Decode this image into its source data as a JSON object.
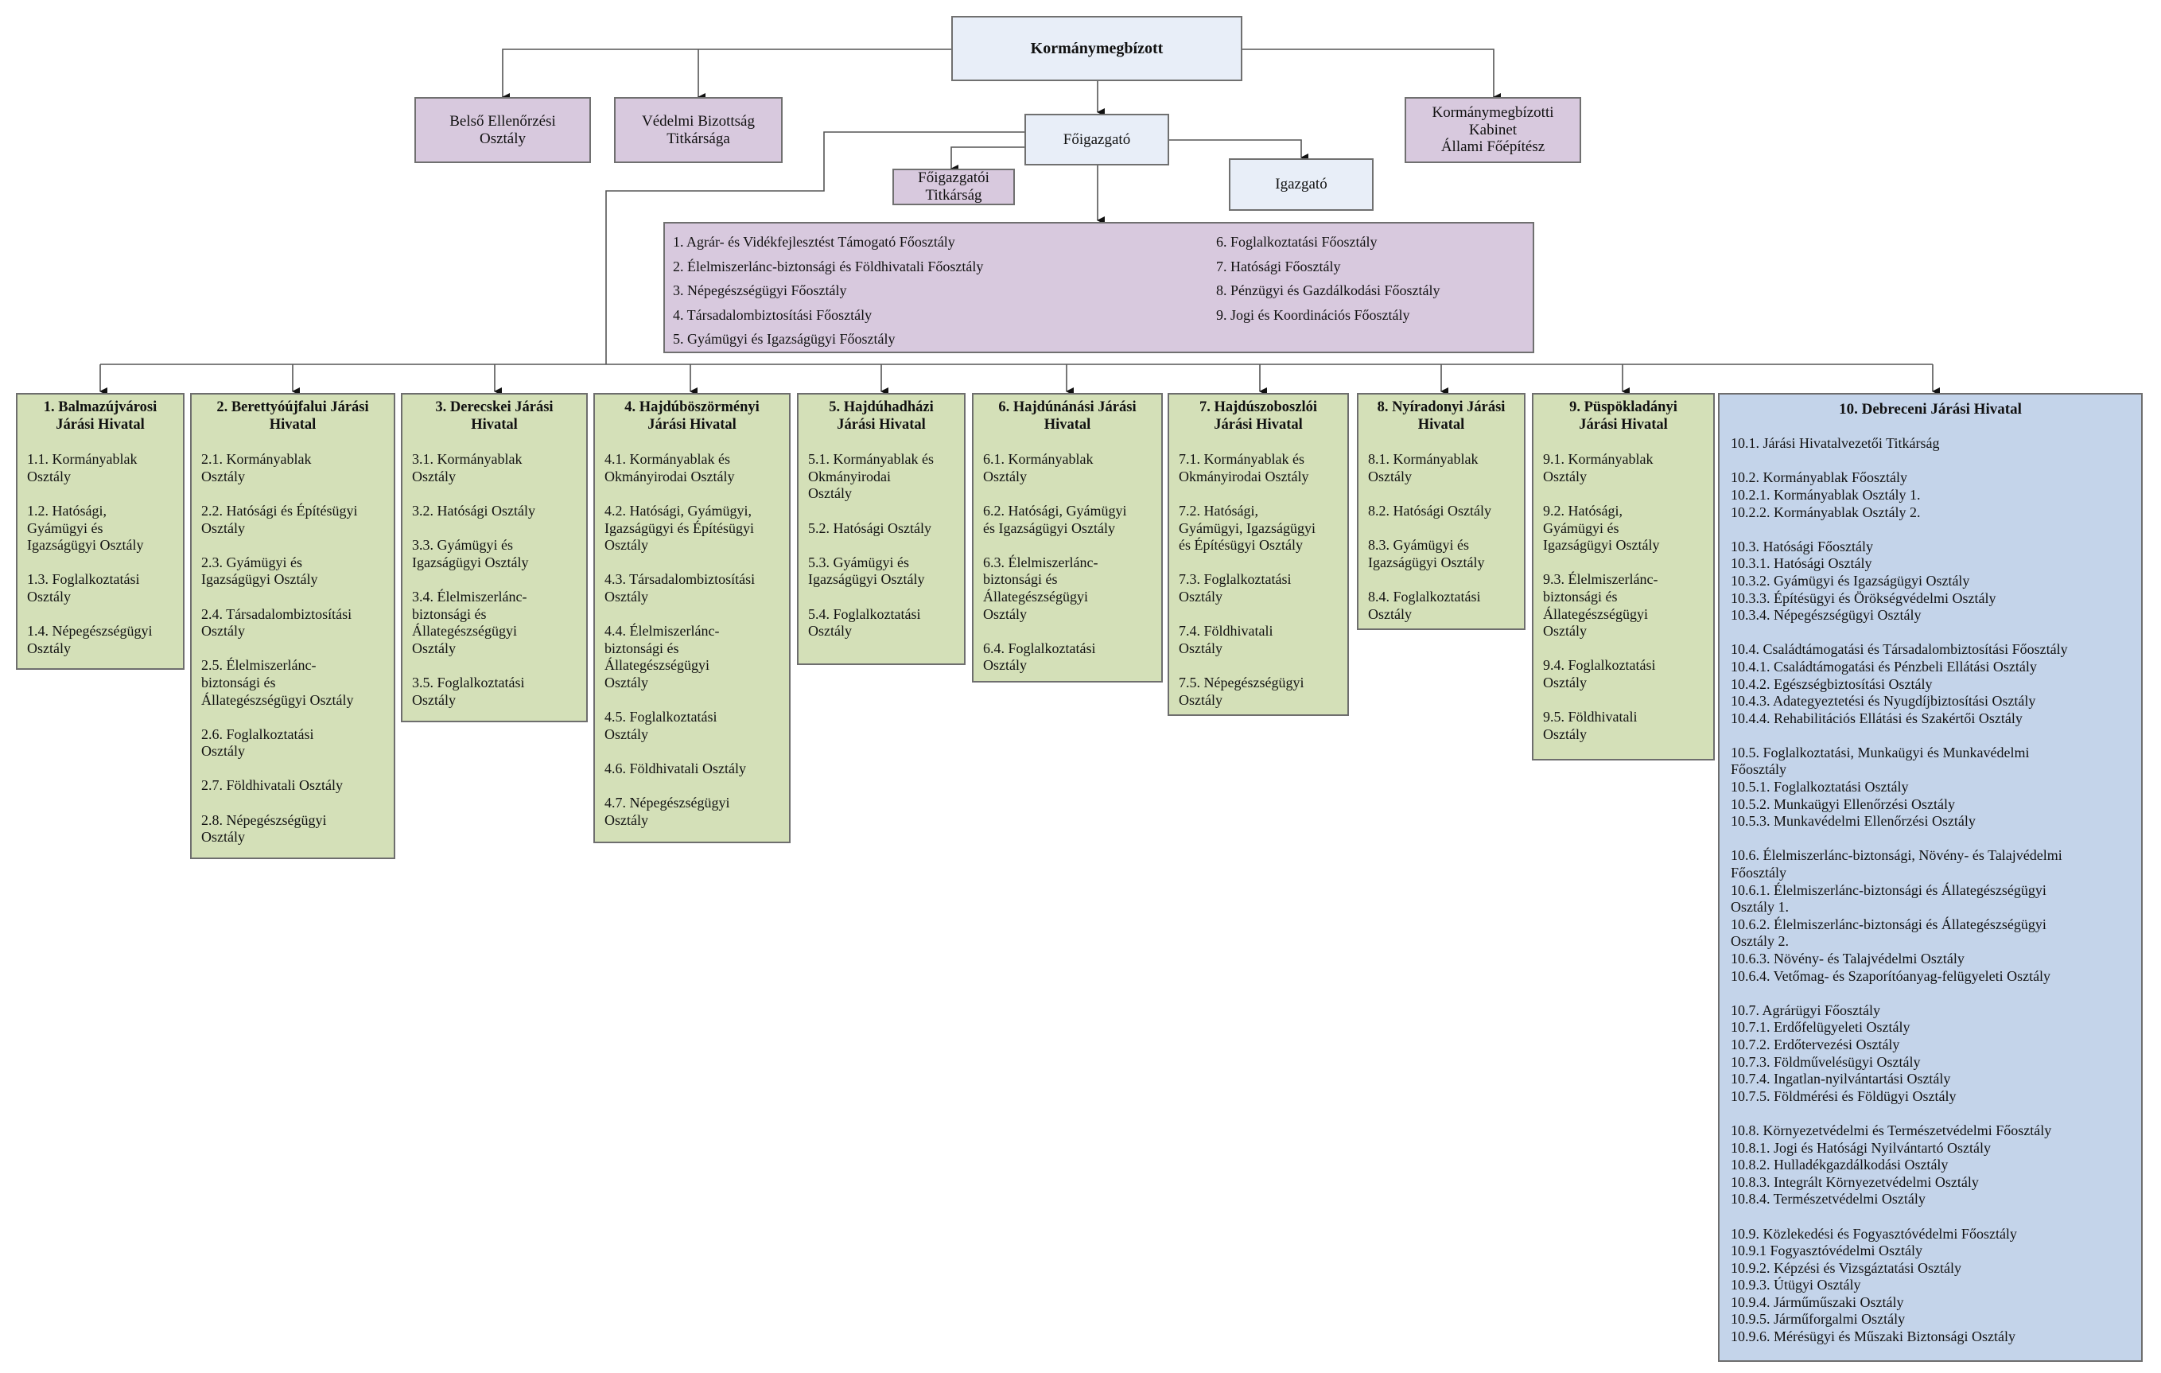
{
  "top": {
    "governor": "Kormánymegbízott",
    "internal_audit": [
      "Belső Ellenőrzési",
      "Osztály"
    ],
    "defense": [
      "Védelmi Bizottság",
      "Titkársága"
    ],
    "cabinet": [
      "Kormánymegbízotti",
      "Kabinet",
      "Állami Főépítész"
    ],
    "director_general": "Főigazgató",
    "dg_secretariat": [
      "Főigazgatói",
      "Titkárság"
    ],
    "director": "Igazgató"
  },
  "departments": {
    "left": [
      "1. Agrár- és Vidékfejlesztést Támogató Főosztály",
      "2. Élelmiszerlánc-biztonsági és Földhivatali Főosztály",
      "3. Népegészségügyi Főosztály",
      "4. Társadalombiztosítási Főosztály",
      "5. Gyámügyi és Igazságügyi Főosztály"
    ],
    "right": [
      "6. Foglalkoztatási Főosztály",
      "7.  Hatósági Főosztály",
      "8. Pénzügyi és Gazdálkodási Főosztály",
      "9. Jogi és Koordinációs Főosztály"
    ]
  },
  "offices": [
    {
      "title": [
        "1. Balmazújvárosi",
        "Járási Hivatal"
      ],
      "items": [
        [
          "1.1. Kormányablak",
          "Osztály"
        ],
        [
          "1.2. Hatósági,",
          "Gyámügyi és",
          "Igazságügyi Osztály"
        ],
        [
          "1.3. Foglalkoztatási",
          "Osztály"
        ],
        [
          "1.4. Népegészségügyi",
          "Osztály"
        ]
      ]
    },
    {
      "title": [
        "2. Berettyóújfalui Járási",
        "Hivatal"
      ],
      "items": [
        [
          "2.1. Kormányablak",
          "Osztály"
        ],
        [
          "2.2. Hatósági és Építésügyi",
          "Osztály"
        ],
        [
          "2.3. Gyámügyi és",
          "Igazságügyi Osztály"
        ],
        [
          "2.4. Társadalombiztosítási",
          "Osztály"
        ],
        [
          "2.5. Élelmiszerlánc-",
          "biztonsági és",
          "Állategészségügyi Osztály"
        ],
        [
          "2.6. Foglalkoztatási",
          "Osztály"
        ],
        [
          "2.7. Földhivatali Osztály"
        ],
        [
          "2.8. Népegészségügyi",
          "Osztály"
        ]
      ]
    },
    {
      "title": [
        "3. Derecskei Járási",
        "Hivatal"
      ],
      "items": [
        [
          "3.1. Kormányablak",
          "Osztály"
        ],
        [
          "3.2. Hatósági Osztály"
        ],
        [
          "3.3. Gyámügyi és",
          "Igazságügyi Osztály"
        ],
        [
          "3.4. Élelmiszerlánc-",
          "biztonsági és",
          "Állategészségügyi",
          "Osztály"
        ],
        [
          "3.5. Foglalkoztatási",
          "Osztály"
        ]
      ]
    },
    {
      "title": [
        "4. Hajdúböszörményi",
        "Járási Hivatal"
      ],
      "items": [
        [
          "4.1. Kormányablak és",
          "Okmányirodai Osztály"
        ],
        [
          "4.2. Hatósági, Gyámügyi,",
          "Igazságügyi és Építésügyi",
          "Osztály"
        ],
        [
          "4.3. Társadalombiztosítási",
          "Osztály"
        ],
        [
          "4.4. Élelmiszerlánc-",
          "biztonsági és",
          "Állategészségügyi",
          "Osztály"
        ],
        [
          "4.5. Foglalkoztatási",
          "Osztály"
        ],
        [
          "4.6. Földhivatali Osztály"
        ],
        [
          "4.7. Népegészségügyi",
          "Osztály"
        ]
      ]
    },
    {
      "title": [
        "5. Hajdúhadházi",
        "Járási Hivatal"
      ],
      "items": [
        [
          "5.1. Kormányablak és",
          "Okmányirodai",
          "Osztály"
        ],
        [
          "5.2. Hatósági Osztály"
        ],
        [
          "5.3. Gyámügyi és",
          "Igazságügyi Osztály"
        ],
        [
          "5.4. Foglalkoztatási",
          "Osztály"
        ]
      ]
    },
    {
      "title": [
        "6. Hajdúnánási Járási",
        "Hivatal"
      ],
      "items": [
        [
          "6.1. Kormányablak",
          "Osztály"
        ],
        [
          "6.2. Hatósági, Gyámügyi",
          "és Igazságügyi Osztály"
        ],
        [
          "6.3. Élelmiszerlánc-",
          "biztonsági és",
          "Állategészségügyi",
          "Osztály"
        ],
        [
          "6.4. Foglalkoztatási",
          "Osztály"
        ]
      ]
    },
    {
      "title": [
        "7. Hajdúszoboszlói",
        "Járási Hivatal"
      ],
      "items": [
        [
          "7.1. Kormányablak és",
          "Okmányirodai Osztály"
        ],
        [
          "7.2. Hatósági,",
          "Gyámügyi, Igazságügyi",
          "és Építésügyi Osztály"
        ],
        [
          "7.3. Foglalkoztatási",
          "Osztály"
        ],
        [
          "7.4. Földhivatali",
          "Osztály"
        ],
        [
          "7.5. Népegészségügyi",
          "Osztály"
        ]
      ]
    },
    {
      "title": [
        "8. Nyíradonyi Járási",
        "Hivatal"
      ],
      "items": [
        [
          "8.1. Kormányablak",
          "Osztály"
        ],
        [
          "8.2. Hatósági Osztály"
        ],
        [
          "8.3. Gyámügyi és",
          "Igazságügyi Osztály"
        ],
        [
          "8.4. Foglalkoztatási",
          "Osztály"
        ]
      ]
    },
    {
      "title": [
        "9. Püspökladányi",
        "Járási Hivatal"
      ],
      "items": [
        [
          "9.1. Kormányablak",
          "Osztály"
        ],
        [
          "9.2. Hatósági,",
          "Gyámügyi és",
          "Igazságügyi Osztály"
        ],
        [
          "9.3. Élelmiszerlánc-",
          "biztonsági és",
          "Állategészségügyi",
          "Osztály"
        ],
        [
          "9.4. Foglalkoztatási",
          "Osztály"
        ],
        [
          "9.5. Földhivatali",
          "Osztály"
        ]
      ]
    }
  ],
  "debrecen": {
    "title": "10. Debreceni Járási Hivatal",
    "groups": [
      [
        "10.1. Járási Hivatalvezetői Titkárság"
      ],
      [
        "10.2. Kormányablak Főosztály",
        "10.2.1. Kormányablak Osztály 1.",
        "10.2.2. Kormányablak Osztály 2."
      ],
      [
        "10.3. Hatósági Főosztály",
        "10.3.1. Hatósági Osztály",
        "10.3.2. Gyámügyi és Igazságügyi Osztály",
        "10.3.3. Építésügyi és Örökségvédelmi Osztály",
        "10.3.4. Népegészségügyi Osztály"
      ],
      [
        "10.4. Családtámogatási és Társadalombiztosítási Főosztály",
        "10.4.1. Családtámogatási és Pénzbeli Ellátási Osztály",
        "10.4.2. Egészségbiztosítási Osztály",
        "10.4.3. Adategyeztetési és Nyugdíjbiztosítási Osztály",
        "10.4.4. Rehabilitációs Ellátási és Szakértői Osztály"
      ],
      [
        "10.5. Foglalkoztatási, Munkaügyi és Munkavédelmi",
        "Főosztály",
        "10.5.1. Foglalkoztatási Osztály",
        "10.5.2. Munkaügyi Ellenőrzési Osztály",
        "10.5.3. Munkavédelmi Ellenőrzési Osztály"
      ],
      [
        "10.6. Élelmiszerlánc-biztonsági, Növény- és Talajvédelmi",
        "Főosztály",
        "10.6.1. Élelmiszerlánc-biztonsági és Állategészségügyi",
        "Osztály 1.",
        "10.6.2. Élelmiszerlánc-biztonsági és Állategészségügyi",
        "Osztály 2.",
        "10.6.3. Növény- és Talajvédelmi Osztály",
        "10.6.4. Vetőmag- és Szaporítóanyag-felügyeleti Osztály"
      ],
      [
        "10.7. Agrárügyi Főosztály",
        "10.7.1. Erdőfelügyeleti Osztály",
        "10.7.2. Erdőtervezési Osztály",
        "10.7.3. Földművelésügyi Osztály",
        "10.7.4. Ingatlan-nyilvántartási Osztály",
        "10.7.5. Földmérési és Földügyi Osztály"
      ],
      [
        "10.8. Környezetvédelmi és Természetvédelmi Főosztály",
        "10.8.1. Jogi és Hatósági Nyilvántartó Osztály",
        "10.8.2. Hulladékgazdálkodási Osztály",
        "10.8.3. Integrált Környezetvédelmi Osztály",
        "10.8.4. Természetvédelmi Osztály"
      ],
      [
        "10.9. Közlekedési és Fogyasztóvédelmi Főosztály",
        "10.9.1 Fogyasztóvédelmi Osztály",
        "10.9.2. Képzési és Vizsgáztatási Osztály",
        "10.9.3. Útügyi Osztály",
        "10.9.4. Járműműszaki Osztály",
        "10.9.5. Járműforgalmi Osztály",
        "10.9.6. Mérésügyi és Műszaki Biztonsági Osztály"
      ]
    ]
  }
}
